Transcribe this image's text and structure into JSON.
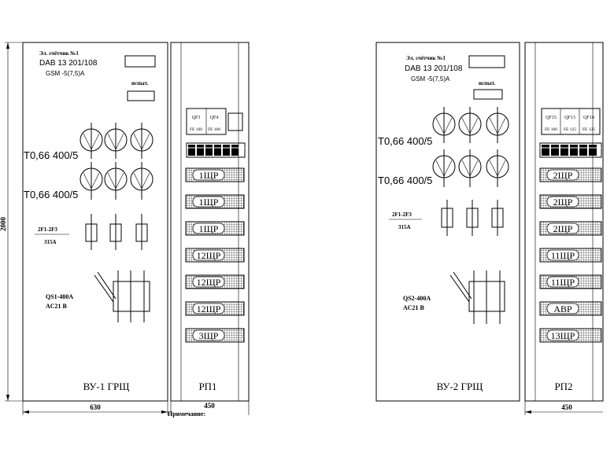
{
  "dimension_labels": {
    "height": "2000",
    "left_cabinet_width": "630",
    "left_panel_width": "450",
    "right_panel_width": "450"
  },
  "note_label": "Примечание:",
  "left_cabinet": {
    "meter_title": "Эл. счётчик №1",
    "meter_model": "DAB 13 201/108",
    "meter_type": "GSM -5(7,5)A",
    "spare_label": "испыт.",
    "ct_label_1": "T0,66  400/5",
    "ct_label_2": "T0,66  400/5",
    "fuse_label": "2F1-2F3",
    "fuse_rating": "315A",
    "switch_label": "QS1-400A",
    "switch_type": "AC21 B",
    "name": "ВУ-1 ГРЩ"
  },
  "left_panel": {
    "breaker_1": "QF3",
    "breaker_2": "QF4",
    "breaker_rating_1": "FE 160",
    "breaker_rating_2": "FE 160",
    "rows": [
      "1ЩР",
      "1ЩР",
      "1ЩР",
      "12ЩР",
      "12ЩР",
      "12ЩР",
      "3ЩР"
    ],
    "name": "РП1"
  },
  "right_cabinet": {
    "meter_title": "Эл. счётчик №1",
    "meter_model": "DAB 13 201/108",
    "meter_type": "GSM -5(7,5)A",
    "spare_label": "испыт.",
    "ct_label_1": "T0,66  400/5",
    "ct_label_2": "T0,66  400/5",
    "fuse_label": "2F1-2F3",
    "fuse_rating": "315A",
    "switch_label": "QS2-400A",
    "switch_type": "AC21 B",
    "name": "ВУ-2 ГРЩ"
  },
  "right_panel": {
    "breaker_1": "QF15",
    "breaker_2": "QF13",
    "breaker_3": "QF14",
    "breaker_rating_1": "FE 160",
    "breaker_rating_2": "FE 125",
    "breaker_rating_3": "FE 125",
    "rows": [
      "2ЩР",
      "2ЩР",
      "2ЩР",
      "11ЩР",
      "11ЩР",
      "АВР",
      "13ЩР"
    ],
    "name": "РП2"
  }
}
